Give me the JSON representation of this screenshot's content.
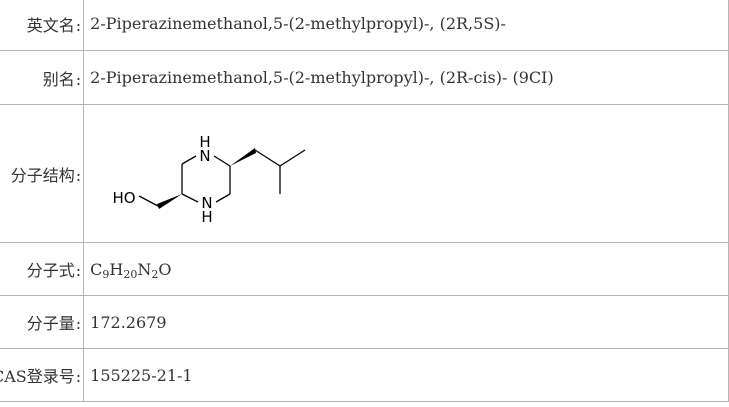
{
  "rows": [
    {
      "label": "英文名",
      "value": "2-Piperazinemethanol,5-(2-methylpropyl)-, (2R,5S)-"
    },
    {
      "label": "别名",
      "value": "2-Piperazinemethanol,5-(2-methylpropyl)-, (2R-cis)- (9CI)"
    },
    {
      "label": "分子结构"
    },
    {
      "label": "分子式",
      "formula": [
        {
          "t": "C",
          "s": "9"
        },
        {
          "t": "H",
          "s": "20"
        },
        {
          "t": "N",
          "s": "2"
        },
        {
          "t": "O",
          "s": ""
        }
      ]
    },
    {
      "label": "分子量",
      "value": "172.2679"
    },
    {
      "label": "CAS登录号",
      "value": "155225-21-1"
    }
  ],
  "colon": ":",
  "structure": {
    "atoms": {
      "n_top": "N",
      "h_top": "H",
      "n_bottom": "N",
      "h_bottom": "H",
      "ho": "HO"
    }
  }
}
